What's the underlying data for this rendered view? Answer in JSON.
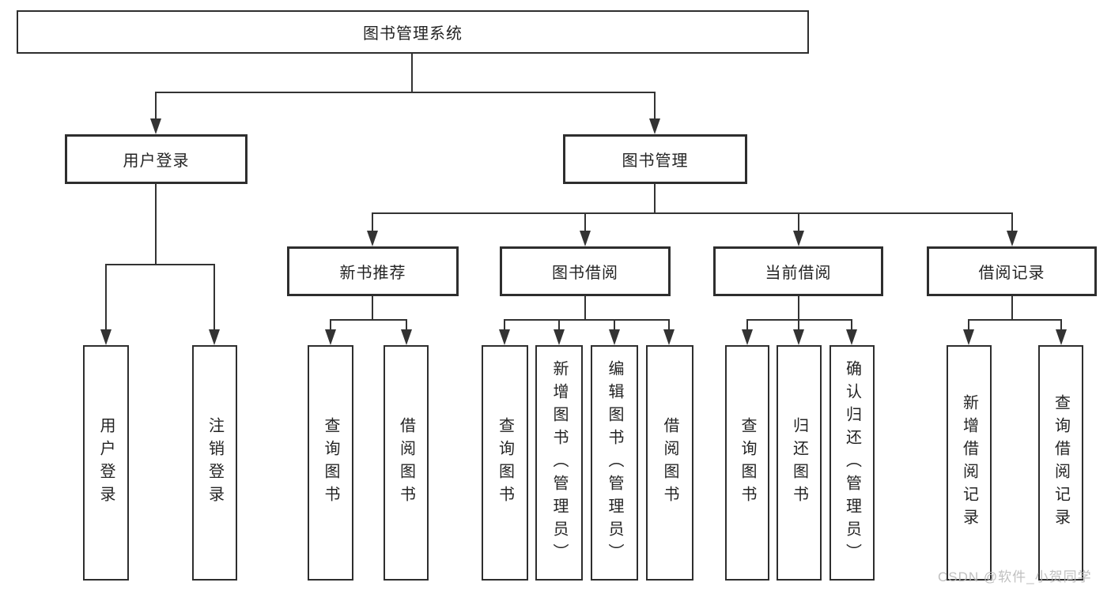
{
  "colors": {
    "line": "#333333",
    "box_border": "#2e2e2e",
    "text": "#242424",
    "watermark": "#b9b9b9",
    "background": "#ffffff"
  },
  "watermark": "CSDN @软件_小贺同学",
  "tree": {
    "root": {
      "label": "图书管理系统"
    },
    "branches": [
      {
        "label": "用户登录",
        "children": [
          {
            "label": "用户登录"
          },
          {
            "label": "注销登录"
          }
        ]
      },
      {
        "label": "图书管理",
        "children": [
          {
            "label": "新书推荐",
            "children": [
              {
                "label": "查询图书"
              },
              {
                "label": "借阅图书"
              }
            ]
          },
          {
            "label": "图书借阅",
            "children": [
              {
                "label": "查询图书"
              },
              {
                "label": "新增图书（管理员）"
              },
              {
                "label": "编辑图书（管理员）"
              },
              {
                "label": "借阅图书"
              }
            ]
          },
          {
            "label": "当前借阅",
            "children": [
              {
                "label": "查询图书"
              },
              {
                "label": "归还图书"
              },
              {
                "label": "确认归还（管理员）"
              }
            ]
          },
          {
            "label": "借阅记录",
            "children": [
              {
                "label": "新增借阅记录"
              },
              {
                "label": "查询借阅记录"
              }
            ]
          }
        ]
      }
    ]
  }
}
